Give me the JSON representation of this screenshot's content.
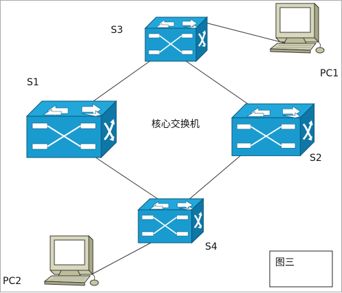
{
  "diagram": {
    "switches": [
      {
        "id": "S3",
        "label": "S3"
      },
      {
        "id": "S1",
        "label": "S1"
      },
      {
        "id": "S2",
        "label": "S2"
      },
      {
        "id": "S4",
        "label": "S4"
      }
    ],
    "computers": [
      {
        "id": "PC1",
        "label": "PC1"
      },
      {
        "id": "PC2",
        "label": "PC2"
      }
    ],
    "links": [
      {
        "from": "S3",
        "to": "S1"
      },
      {
        "from": "S3",
        "to": "S2"
      },
      {
        "from": "S1",
        "to": "S4"
      },
      {
        "from": "S2",
        "to": "S4"
      },
      {
        "from": "S3",
        "to": "PC1"
      },
      {
        "from": "S4",
        "to": "PC2"
      }
    ],
    "core_label": "核心交换机",
    "figure_caption": "图三",
    "colors": {
      "switch_top": "#1ea1d4",
      "switch_front": "#1a9bd0",
      "switch_side": "#0f6f9a",
      "switch_edge": "#0b5578",
      "computer_body": "#d3d3b8",
      "computer_screen": "#ffffff",
      "line": "#333333"
    }
  }
}
